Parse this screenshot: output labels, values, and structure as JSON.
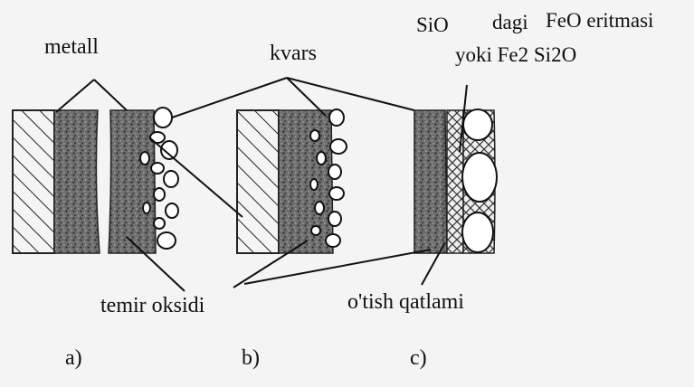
{
  "labels": {
    "metal": "metall",
    "quartz": "kvars",
    "sio": "SiO",
    "dagi": "dagi",
    "feo_melt": "FeO eritmasi",
    "fayalite": "yoki Fe2 Si2O",
    "iron_oxide": "temir oksidi",
    "transition": "o'tish qatlami"
  },
  "panels": {
    "a": "a)",
    "b": "b)",
    "c": "c)"
  }
}
